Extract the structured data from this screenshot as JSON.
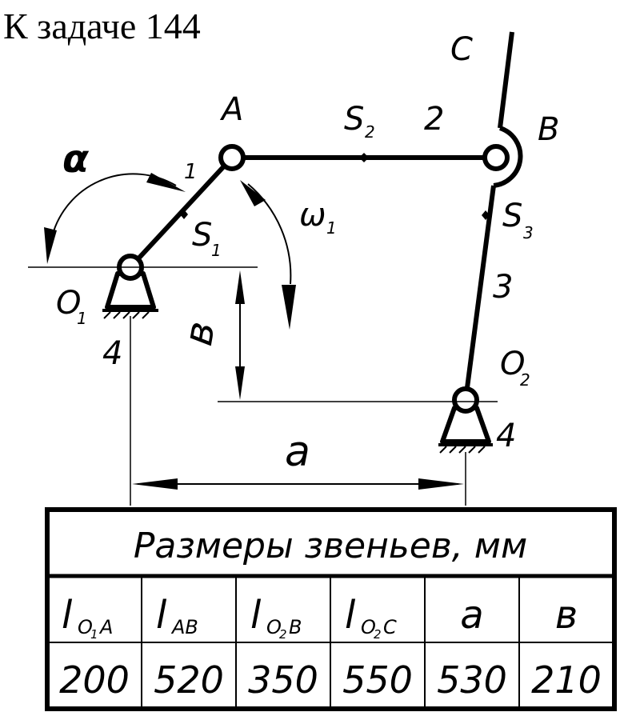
{
  "title": "К задаче 144",
  "labels": {
    "alpha": "α",
    "A": "A",
    "B": "B",
    "C": "C",
    "S2": "S",
    "S2_sub": "2",
    "link2": "2",
    "link1": "1",
    "S1": "S",
    "S1_sub": "1",
    "omega": "ω",
    "omega_sub": "1",
    "S3": "S",
    "S3_sub": "3",
    "link3": "3",
    "O1": "O",
    "O1_sub": "1",
    "O2": "O",
    "O2_sub": "2",
    "ground1": "4",
    "ground2": "4",
    "dim_b": "в",
    "dim_a": "a"
  },
  "table": {
    "header": "Размеры звеньев, мм",
    "columns": [
      {
        "sym": "l",
        "sub": "O",
        "subsub": "1",
        "tail": "A",
        "value": "200"
      },
      {
        "sym": "l",
        "sub": "AB",
        "subsub": "",
        "tail": "",
        "value": "520"
      },
      {
        "sym": "l",
        "sub": "O",
        "subsub": "2",
        "tail": "B",
        "value": "350"
      },
      {
        "sym": "l",
        "sub": "O",
        "subsub": "2",
        "tail": "C",
        "value": "550"
      },
      {
        "sym": "a",
        "sub": "",
        "subsub": "",
        "tail": "",
        "value": "530"
      },
      {
        "sym": "в",
        "sub": "",
        "subsub": "",
        "tail": "",
        "value": "210"
      }
    ]
  }
}
